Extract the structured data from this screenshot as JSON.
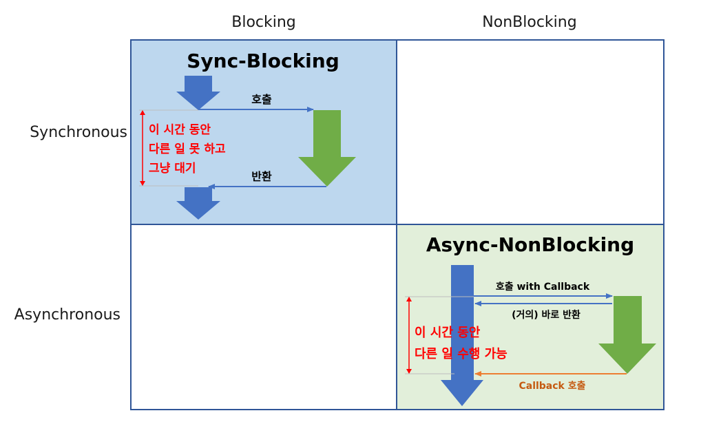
{
  "columns": [
    "Blocking",
    "NonBlocking"
  ],
  "rows": [
    "Synchronous",
    "Asynchronous"
  ],
  "sync_blocking": {
    "title": "Sync-Blocking",
    "call_label": "호출",
    "return_label": "반환",
    "wait_note": [
      "이 시간 동안",
      "다른 일 못 하고",
      "그냥 대기"
    ]
  },
  "async_nonblocking": {
    "title": "Async-NonBlocking",
    "call_label": "호출 with Callback",
    "return_label": "(거의) 바로 반환",
    "callback_label": "Callback 호출",
    "work_note": [
      "이 시간 동안",
      "다른 일 수행 가능"
    ]
  },
  "colors": {
    "sync_blocking_bg": "#bdd7ee",
    "async_nonblocking_bg": "#e2efda",
    "grid_border": "#2f5597",
    "blue_arrow": "#4472c4",
    "green_arrow": "#70ad47",
    "callback_arrow": "#ed7d31",
    "note_red": "#ff0000",
    "bracket_red": "#ff0000"
  }
}
